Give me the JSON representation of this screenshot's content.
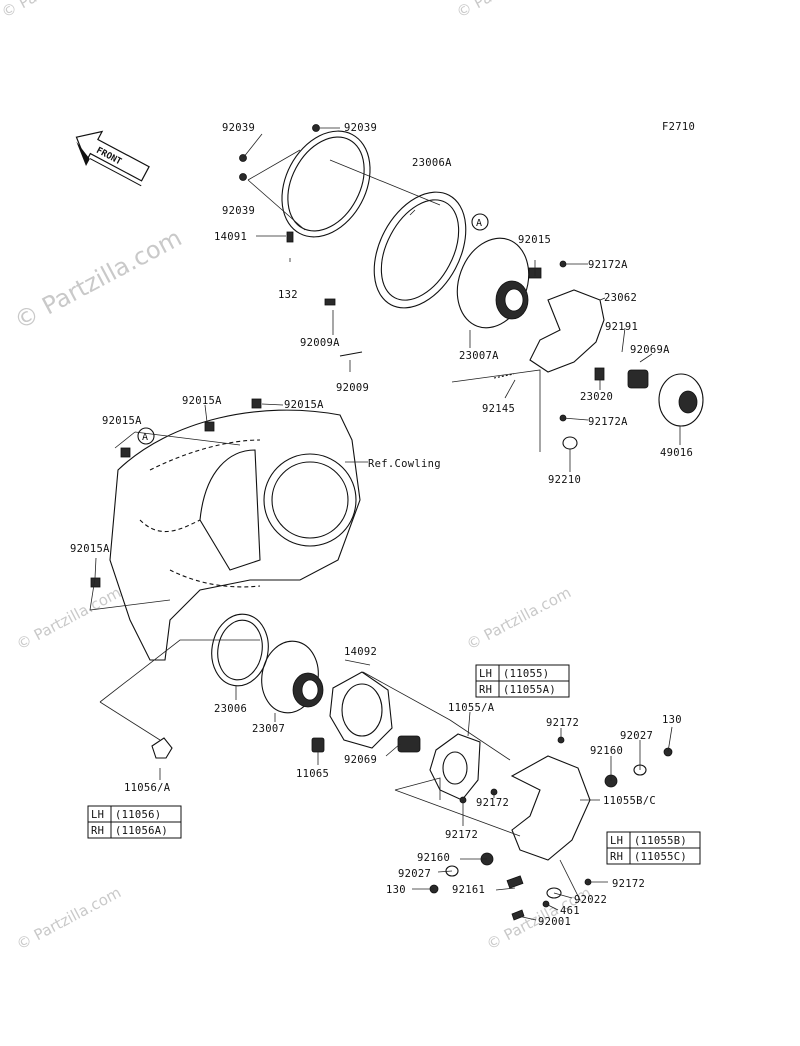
{
  "figure_code": "F2710",
  "front_label": "FRONT",
  "watermark_text": "© Partzilla.com",
  "ref_label": "Ref.Cowling",
  "labels": {
    "p92039_a": "92039",
    "p92039_b": "92039",
    "p92039_c": "92039",
    "p23006A": "23006A",
    "p14091": "14091",
    "p132": "132",
    "p92009A": "92009A",
    "p92009": "92009",
    "p23007A": "23007A",
    "p92015": "92015",
    "p92172A_a": "92172A",
    "p23062": "23062",
    "p92191": "92191",
    "p92069A": "92069A",
    "p23020": "23020",
    "p92145": "92145",
    "p92172A_b": "92172A",
    "p49016": "49016",
    "p92210": "92210",
    "p92015A_a": "92015A",
    "p92015A_b": "92015A",
    "p92015A_c": "92015A",
    "p92015A_d": "92015A",
    "p14092": "14092",
    "p23006": "23006",
    "p23007": "23007",
    "p11065": "11065",
    "p92069": "92069",
    "p11055A": "11055/A",
    "p92172_a": "92172",
    "p92172_b": "92172",
    "p92172_c": "92172",
    "p92172_d": "92172",
    "p130_a": "130",
    "p130_b": "130",
    "p92027_a": "92027",
    "p92027_b": "92027",
    "p92160_a": "92160",
    "p92160_b": "92160",
    "p11055BC": "11055B/C",
    "p92161": "92161",
    "p92022": "92022",
    "p461": "461",
    "p92001": "92001",
    "p11056A": "11056/A"
  },
  "callout_letter": "A",
  "tables": {
    "t11055": {
      "rows": [
        {
          "side": "LH",
          "part": "(11055)"
        },
        {
          "side": "RH",
          "part": "(11055A)"
        }
      ]
    },
    "t11056": {
      "rows": [
        {
          "side": "LH",
          "part": "(11056)"
        },
        {
          "side": "RH",
          "part": "(11056A)"
        }
      ]
    },
    "t11055bc": {
      "rows": [
        {
          "side": "LH",
          "part": "(11055B)"
        },
        {
          "side": "RH",
          "part": "(11055C)"
        }
      ]
    }
  }
}
